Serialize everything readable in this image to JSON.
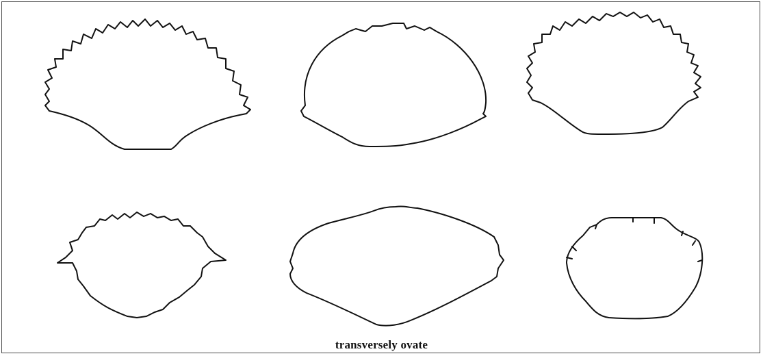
{
  "figure": {
    "caption": "transversely ovate",
    "shape_descriptions": [
      "deeply serrated fan-shaped outline",
      "smooth rounded outline with lateral notches",
      "serrated rounded outline",
      "spiny ovate outline",
      "broad wavy transverse ovate outline",
      "small rounded outline with short ticks"
    ],
    "stroke_color": "#111111",
    "frame_color": "#4a4a4a"
  }
}
